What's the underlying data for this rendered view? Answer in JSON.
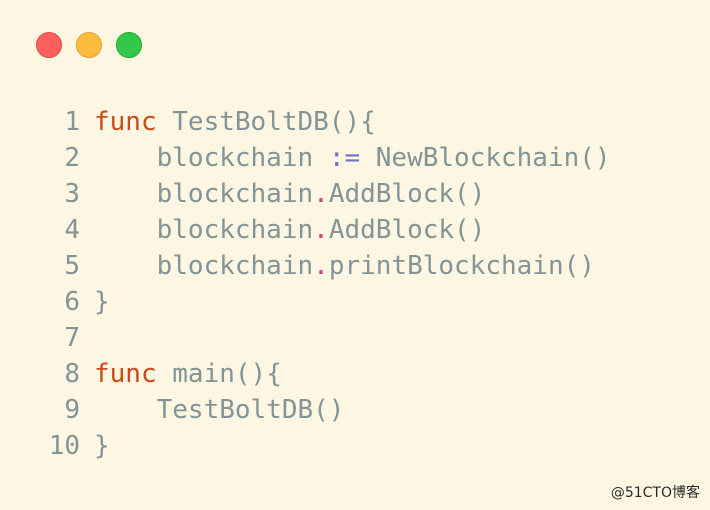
{
  "window": {
    "controls": [
      "close",
      "minimize",
      "maximize"
    ],
    "colors": {
      "close": "#fc605c",
      "minimize": "#fdbc40",
      "maximize": "#34c84a",
      "background": "#fdf6e3"
    }
  },
  "code": {
    "lines": [
      {
        "number": "1",
        "parts": [
          {
            "t": "func",
            "c": "kw"
          },
          {
            "t": " TestBoltDB(){",
            "c": ""
          }
        ]
      },
      {
        "number": "2",
        "parts": [
          {
            "t": "    blockchain ",
            "c": ""
          },
          {
            "t": ":=",
            "c": "op"
          },
          {
            "t": " NewBlockchain()",
            "c": ""
          }
        ]
      },
      {
        "number": "3",
        "parts": [
          {
            "t": "    blockchain",
            "c": ""
          },
          {
            "t": ".",
            "c": "dotp"
          },
          {
            "t": "AddBlock()",
            "c": ""
          }
        ]
      },
      {
        "number": "4",
        "parts": [
          {
            "t": "    blockchain",
            "c": ""
          },
          {
            "t": ".",
            "c": "dotp"
          },
          {
            "t": "AddBlock()",
            "c": ""
          }
        ]
      },
      {
        "number": "5",
        "parts": [
          {
            "t": "    blockchain",
            "c": ""
          },
          {
            "t": ".",
            "c": "dotp"
          },
          {
            "t": "printBlockchain()",
            "c": ""
          }
        ]
      },
      {
        "number": "6",
        "parts": [
          {
            "t": "}",
            "c": ""
          }
        ]
      },
      {
        "number": "7",
        "parts": [
          {
            "t": "",
            "c": ""
          }
        ]
      },
      {
        "number": "8",
        "parts": [
          {
            "t": "func",
            "c": "kw"
          },
          {
            "t": " main(){",
            "c": ""
          }
        ]
      },
      {
        "number": "9",
        "parts": [
          {
            "t": "    TestBoltDB()",
            "c": ""
          }
        ]
      },
      {
        "number": "10",
        "parts": [
          {
            "t": "}",
            "c": ""
          }
        ]
      }
    ],
    "colors": {
      "text": "#839496",
      "keyword": "#cb4b16",
      "operator": "#6c71c4",
      "dot": "#d33682"
    }
  },
  "watermark": {
    "text": "@51CTO博客"
  }
}
